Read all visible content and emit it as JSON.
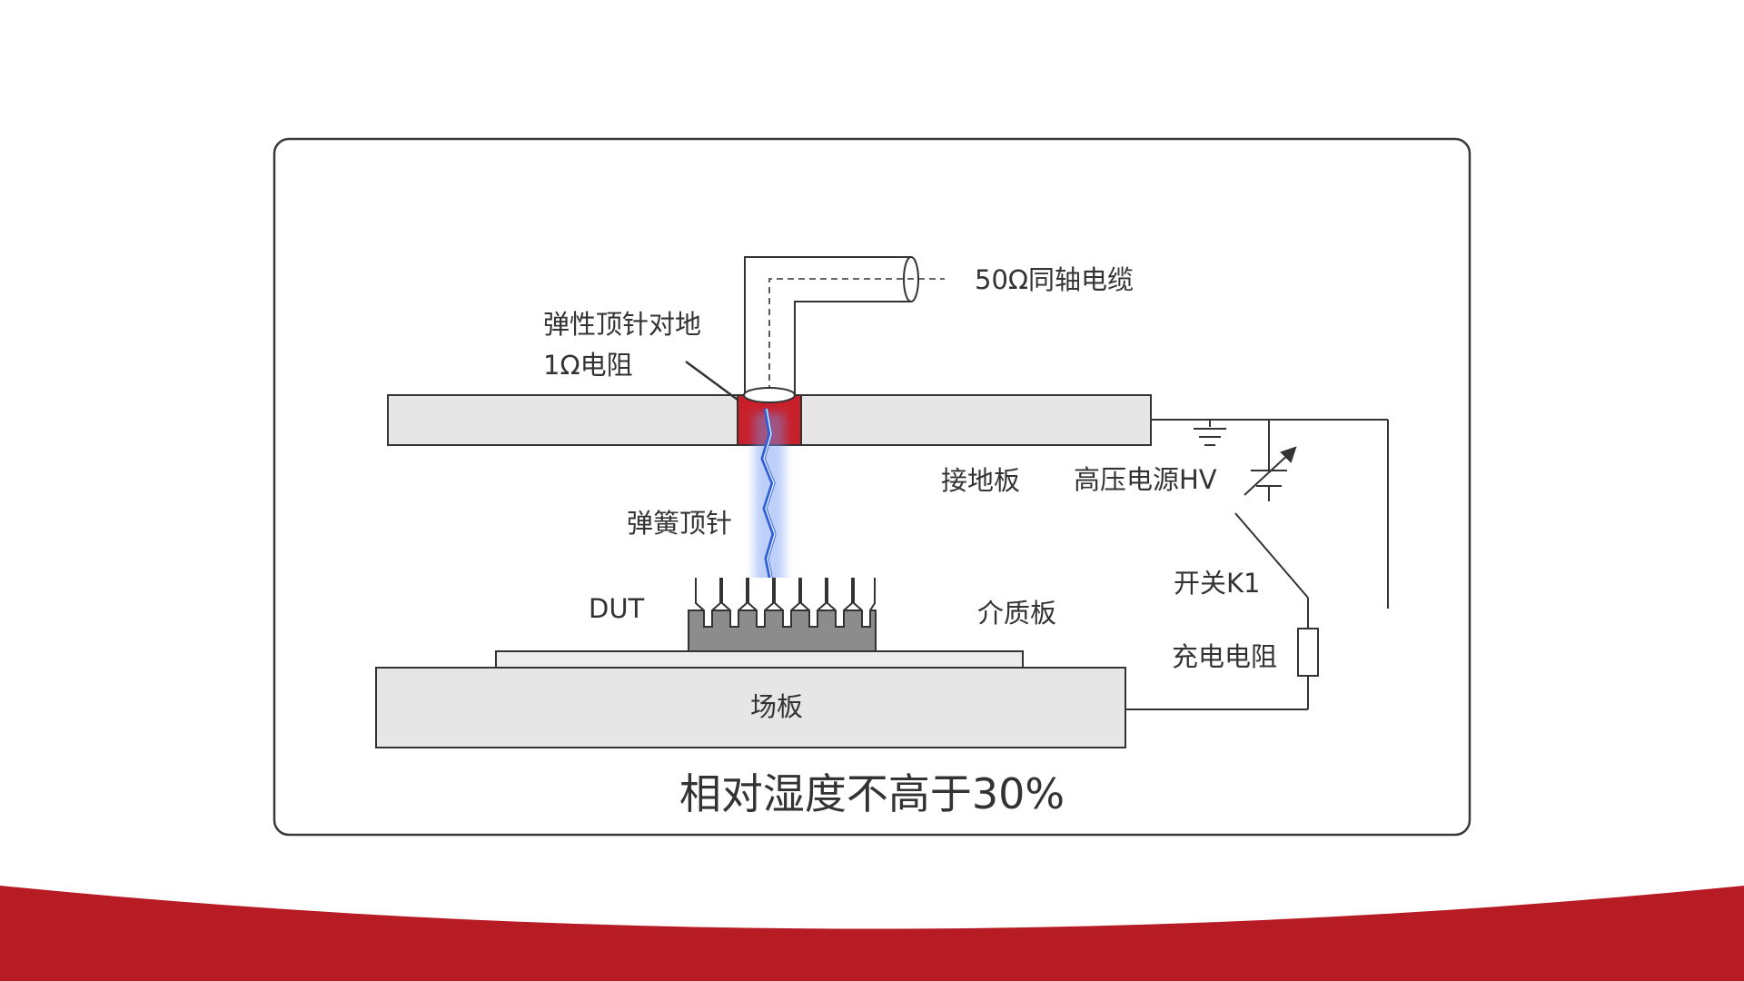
{
  "diagram": {
    "caption": "相对湿度不高于30%",
    "labels": {
      "coax_cable": "50Ω同轴电缆",
      "pin_resistor_line1": "弹性顶针对地",
      "pin_resistor_line2": "1Ω电阻",
      "ground_plate": "接地板",
      "hv_source": "高压电源HV",
      "spring_pin": "弹簧顶针",
      "dut": "DUT",
      "dielectric": "介质板",
      "switch": "开关K1",
      "charge_resistor": "充电电阻",
      "field_plate": "场板"
    }
  },
  "colors": {
    "frame_border": "#3a3a3a",
    "plate_fill": "#e6e6e6",
    "outline": "#333333",
    "contact_red": "#c8202a",
    "dut_body": "#8c8c8c",
    "arc_blue": "#3f6fe0",
    "footer_red": "#b71c25"
  }
}
